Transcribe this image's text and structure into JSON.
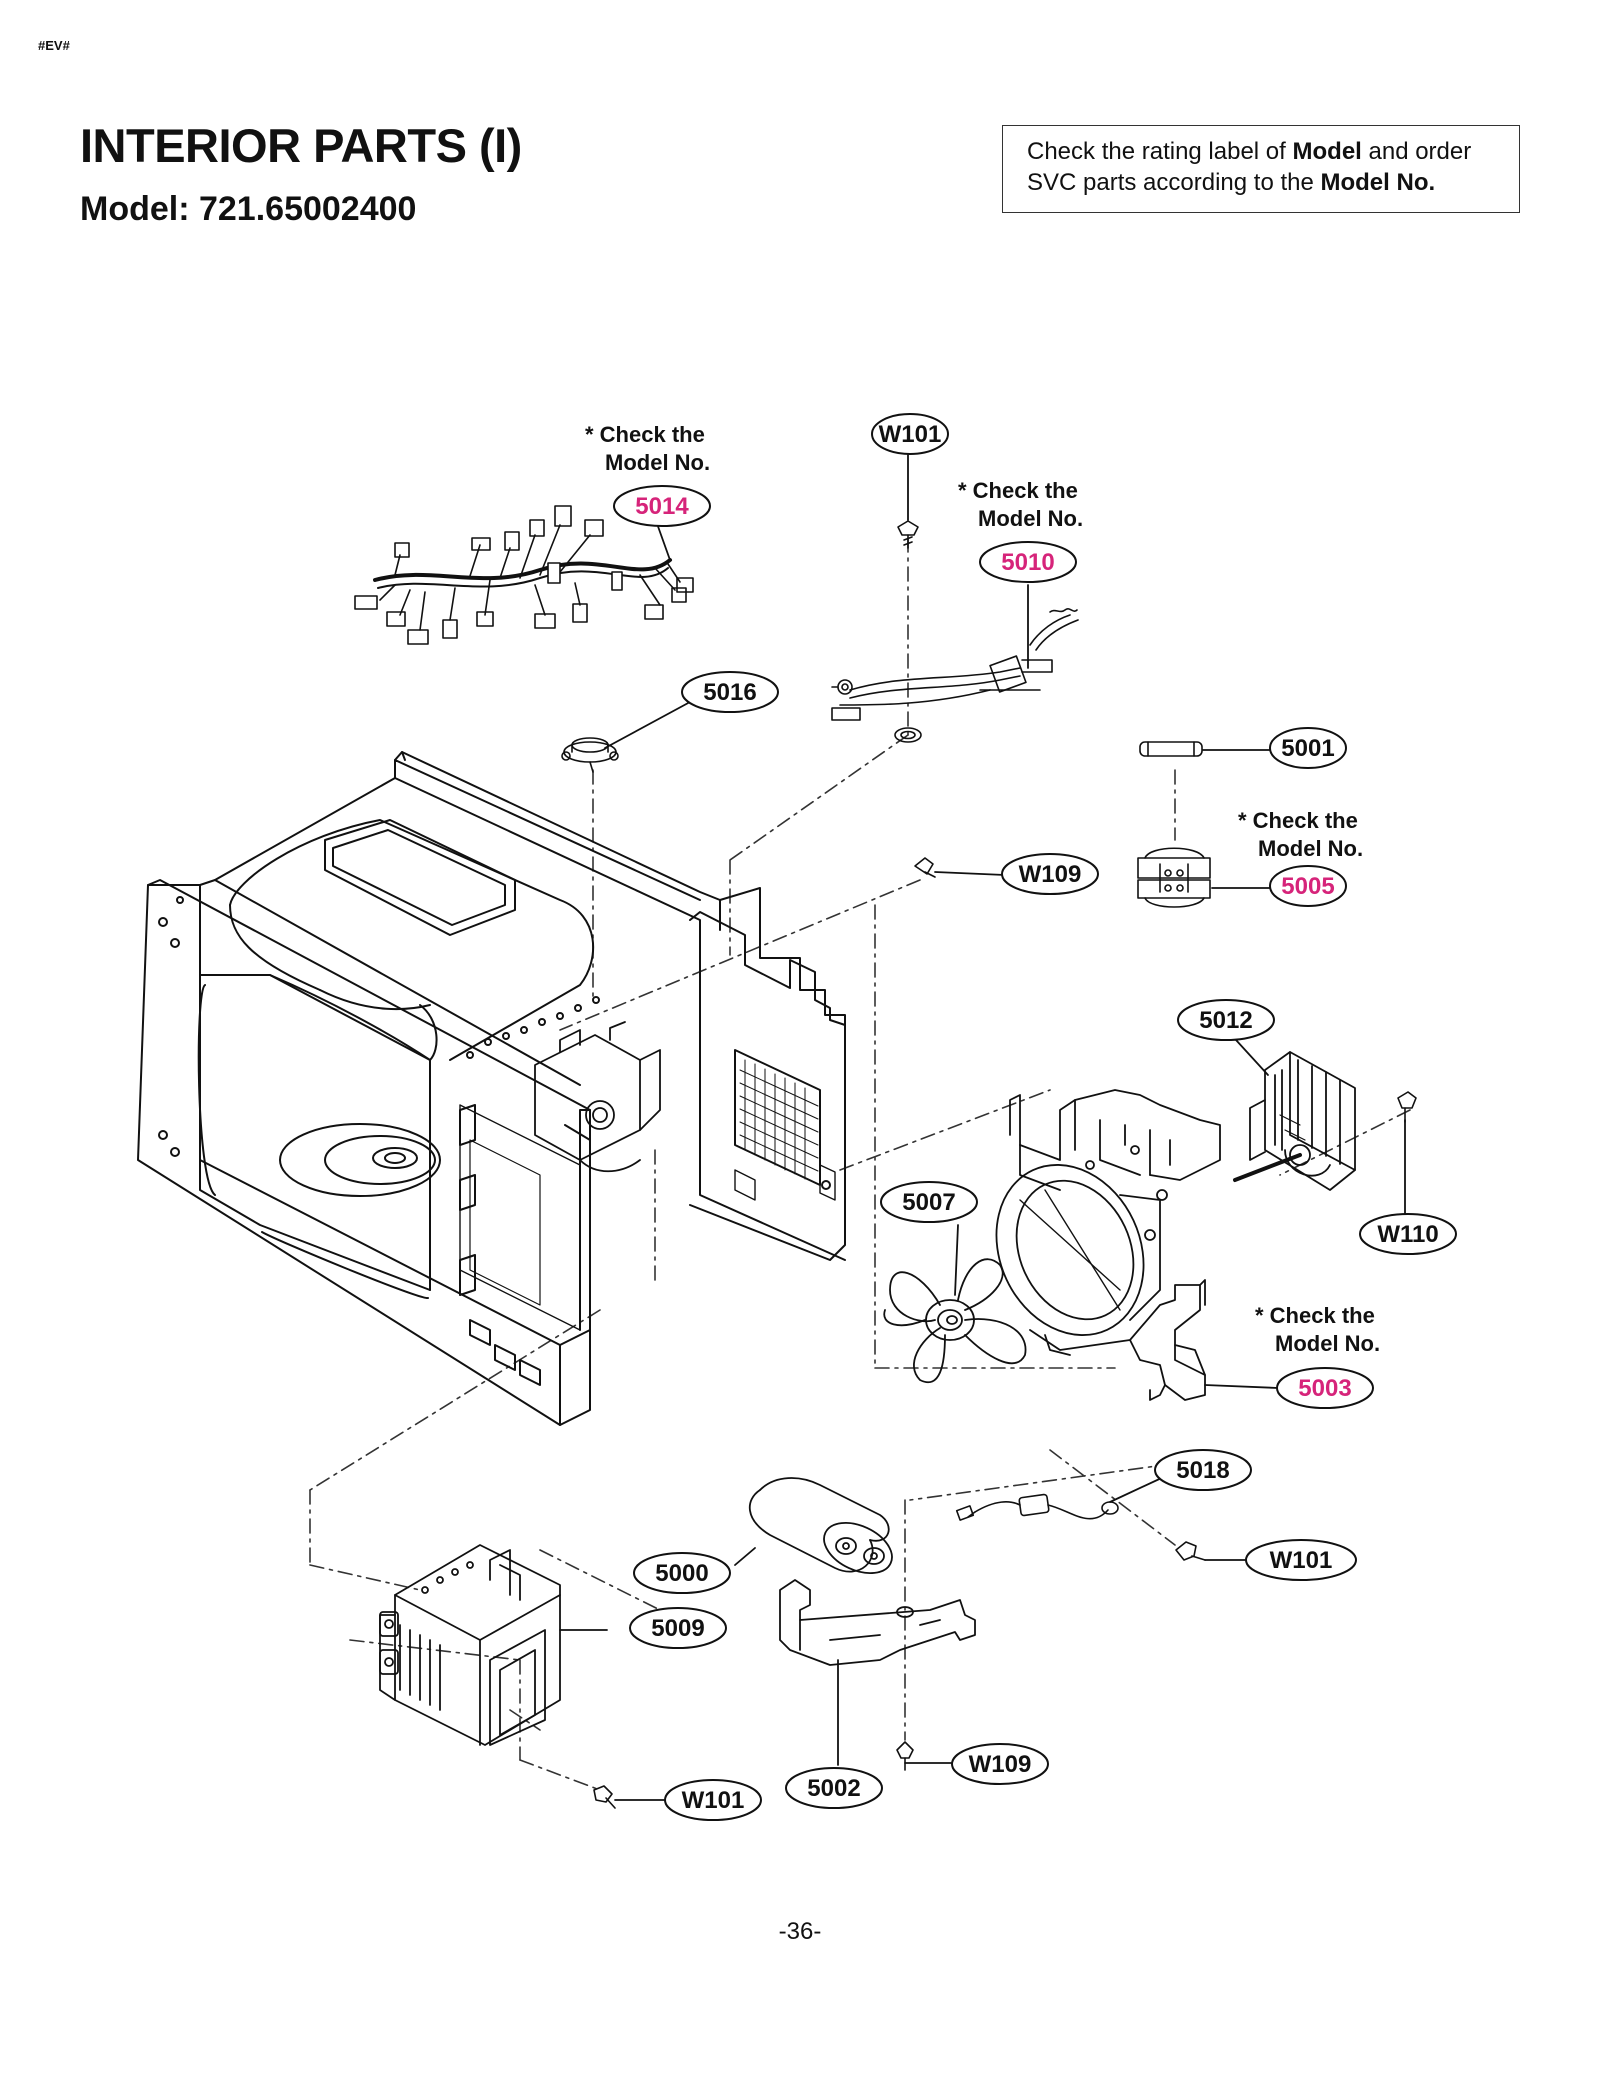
{
  "header": {
    "tag": "#EV#",
    "title": "INTERIOR PARTS (I)",
    "model": "Model: 721.65002400"
  },
  "notice": {
    "p1": "Check the rating label of ",
    "b1": "Model",
    "p2": " and order SVC parts according to the ",
    "b2": "Model No."
  },
  "notes": {
    "line1": "* Check the",
    "line2": "Model No."
  },
  "callouts": [
    {
      "id": "5014",
      "highlight": true
    },
    {
      "id": "W101",
      "highlight": false
    },
    {
      "id": "5010",
      "highlight": true
    },
    {
      "id": "5016",
      "highlight": false
    },
    {
      "id": "5001",
      "highlight": false
    },
    {
      "id": "W109",
      "highlight": false
    },
    {
      "id": "5005",
      "highlight": true
    },
    {
      "id": "5012",
      "highlight": false
    },
    {
      "id": "W110",
      "highlight": false
    },
    {
      "id": "5007",
      "highlight": false
    },
    {
      "id": "5003",
      "highlight": true
    },
    {
      "id": "5018",
      "highlight": false
    },
    {
      "id": "W101",
      "highlight": false
    },
    {
      "id": "5000",
      "highlight": false
    },
    {
      "id": "5009",
      "highlight": false
    },
    {
      "id": "W109",
      "highlight": false
    },
    {
      "id": "5002",
      "highlight": false
    },
    {
      "id": "W101",
      "highlight": false
    }
  ],
  "colors": {
    "line": "#111111",
    "highlight": "#d6247a",
    "dash": "#333333"
  },
  "footer": {
    "page": "-36-"
  }
}
